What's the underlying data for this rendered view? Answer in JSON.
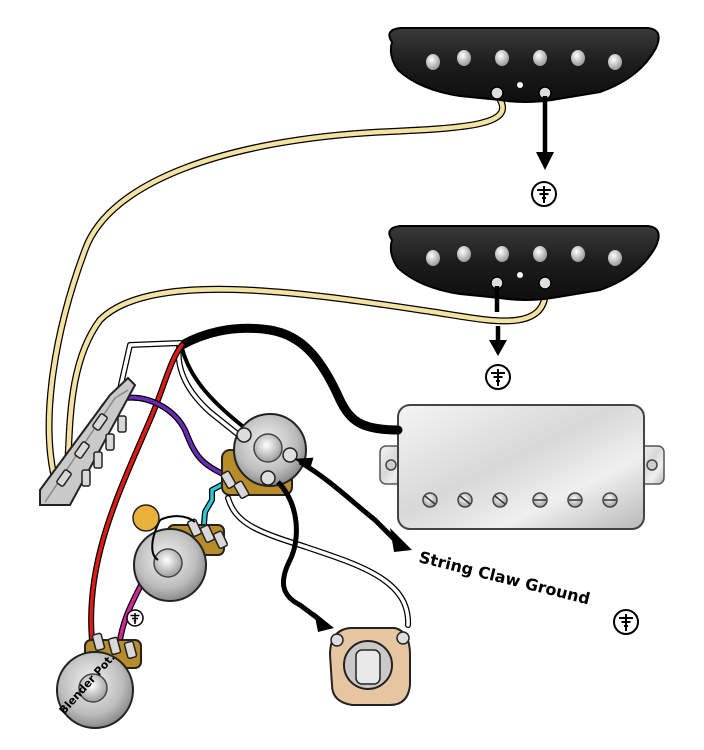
{
  "diagram": {
    "annotations": {
      "string_claw_ground": "String Claw Ground",
      "blender_pot": "Blender Pot."
    },
    "symbols": [
      "ground-symbol"
    ],
    "wire_colors": {
      "yellow": "#f3e2a0",
      "black": "#000000",
      "white": "#ffffff",
      "red": "#dd1a14",
      "purple": "#6b2bb8",
      "cyan": "#30c6d8",
      "magenta": "#d0279a",
      "orange": "#f5a623"
    }
  }
}
